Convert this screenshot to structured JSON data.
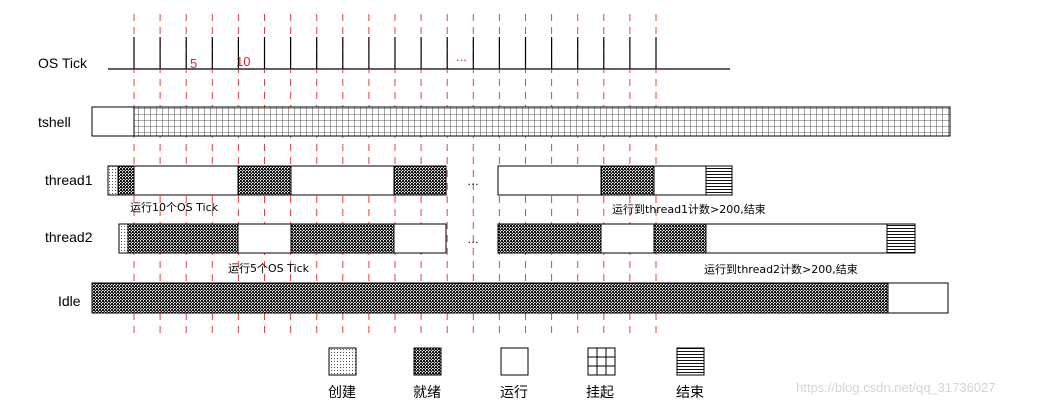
{
  "rows": [
    {
      "key": "os_tick",
      "label": "OS Tick"
    },
    {
      "key": "tshell",
      "label": "tshell"
    },
    {
      "key": "thread1",
      "label": "thread1"
    },
    {
      "key": "thread2",
      "label": "thread2"
    },
    {
      "key": "idle",
      "label": "Idle"
    }
  ],
  "tick_labels": [
    "5",
    "10"
  ],
  "tick_ellipsis": "...",
  "gap_ellipsis": "…",
  "annotations": {
    "thread1_run": "运行10个OS Tick",
    "thread1_end": "运行到thread1计数>200,结束",
    "thread2_run": "运行5个OS Tick",
    "thread2_end": "运行到thread2计数>200,结束"
  },
  "legend": [
    {
      "key": "create",
      "label": "创建"
    },
    {
      "key": "ready",
      "label": "就绪"
    },
    {
      "key": "running",
      "label": "运行"
    },
    {
      "key": "suspend",
      "label": "挂起"
    },
    {
      "key": "finish",
      "label": "结束"
    }
  ],
  "colors": {
    "tick_dash": "#e84040",
    "tick_number": "#e02020",
    "outline": "#000000"
  },
  "watermark": "https://blog.csdn.net/qq_31736027"
}
